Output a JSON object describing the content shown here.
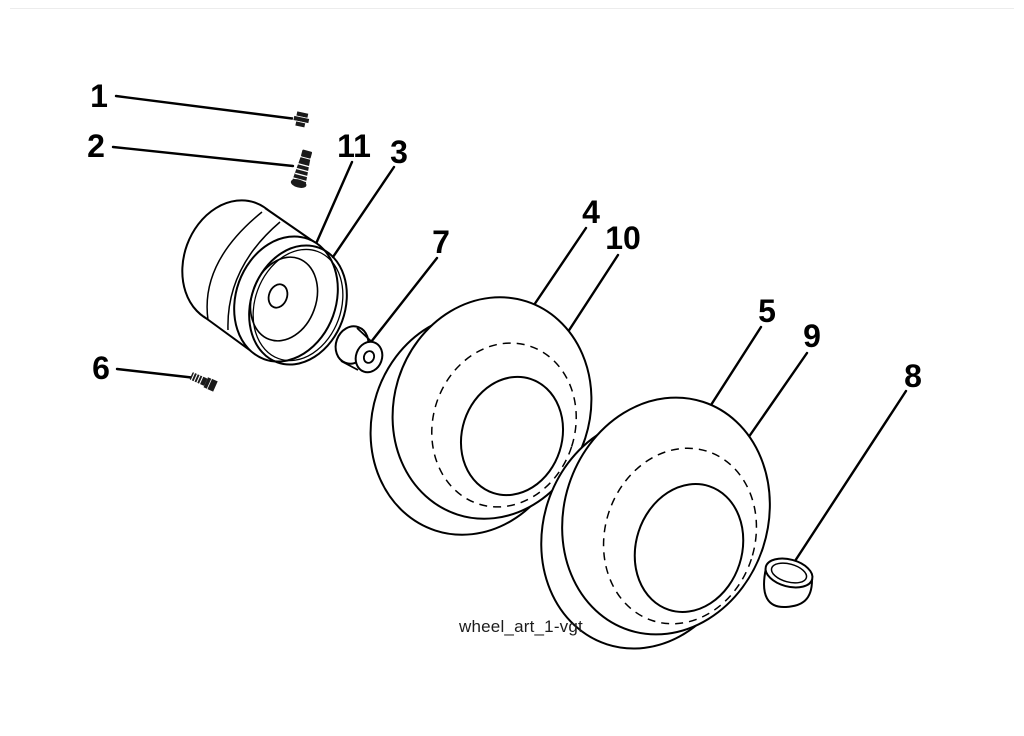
{
  "page": {
    "background_color": "#ffffff",
    "ink_color": "#000000"
  },
  "diagram": {
    "caption": "wheel_art_1-vgt",
    "labels": [
      {
        "text": "1"
      },
      {
        "text": "2"
      },
      {
        "text": "3"
      },
      {
        "text": "4"
      },
      {
        "text": "5"
      },
      {
        "text": "6"
      },
      {
        "text": "7"
      },
      {
        "text": "8"
      },
      {
        "text": "9"
      },
      {
        "text": "10"
      },
      {
        "text": "11"
      }
    ]
  }
}
